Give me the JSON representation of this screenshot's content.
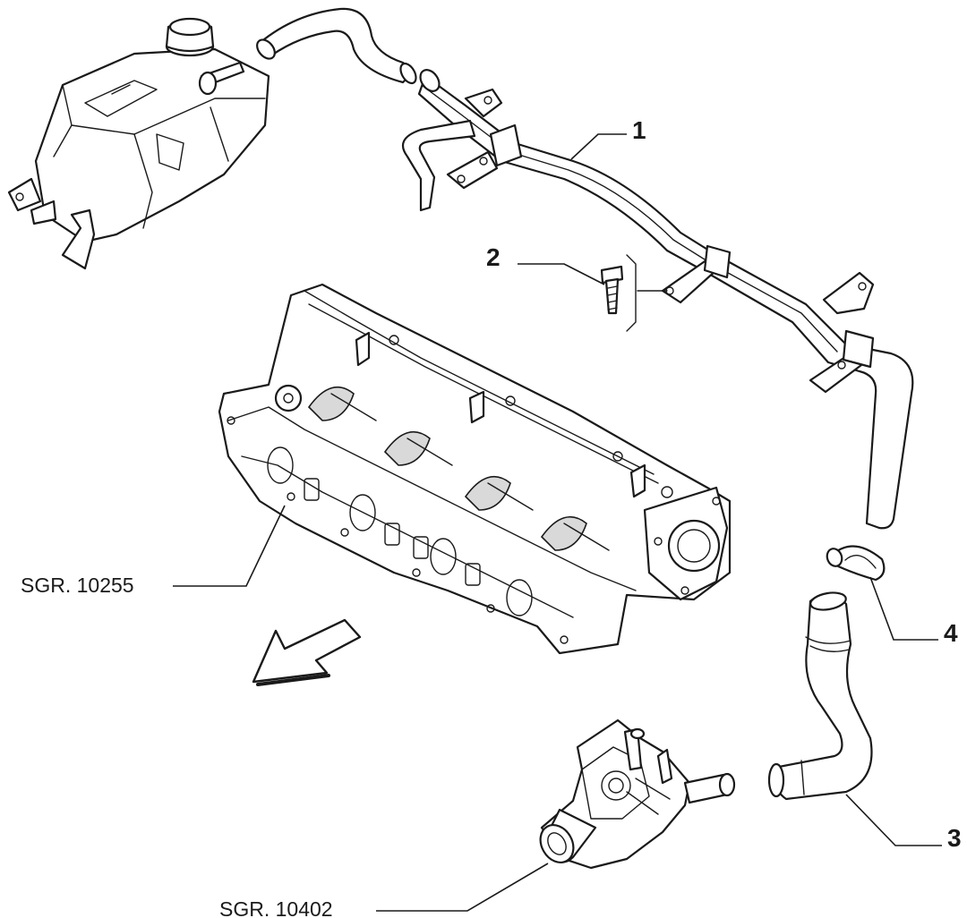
{
  "callouts": [
    {
      "id": "1",
      "text": "1"
    },
    {
      "id": "2",
      "text": "2"
    },
    {
      "id": "3",
      "text": "3"
    },
    {
      "id": "4",
      "text": "4"
    }
  ],
  "references": [
    {
      "id": "intake-manifold",
      "text": "SGR. 10255"
    },
    {
      "id": "thermostat-housing",
      "text": "SGR. 10402"
    }
  ]
}
